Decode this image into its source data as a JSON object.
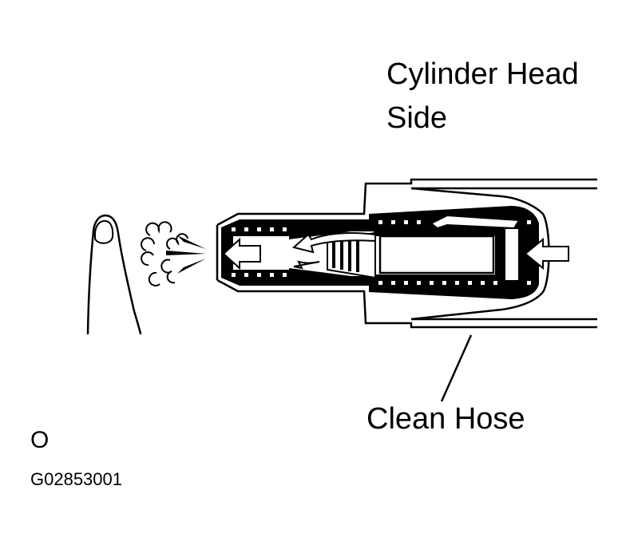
{
  "labels": {
    "cylinder_head_line1": "Cylinder Head",
    "cylinder_head_line2": "Side",
    "clean_hose": "Clean Hose",
    "marker": "O",
    "figure_code": "G02853001"
  },
  "colors": {
    "ink": "#000000",
    "paper": "#ffffff"
  }
}
